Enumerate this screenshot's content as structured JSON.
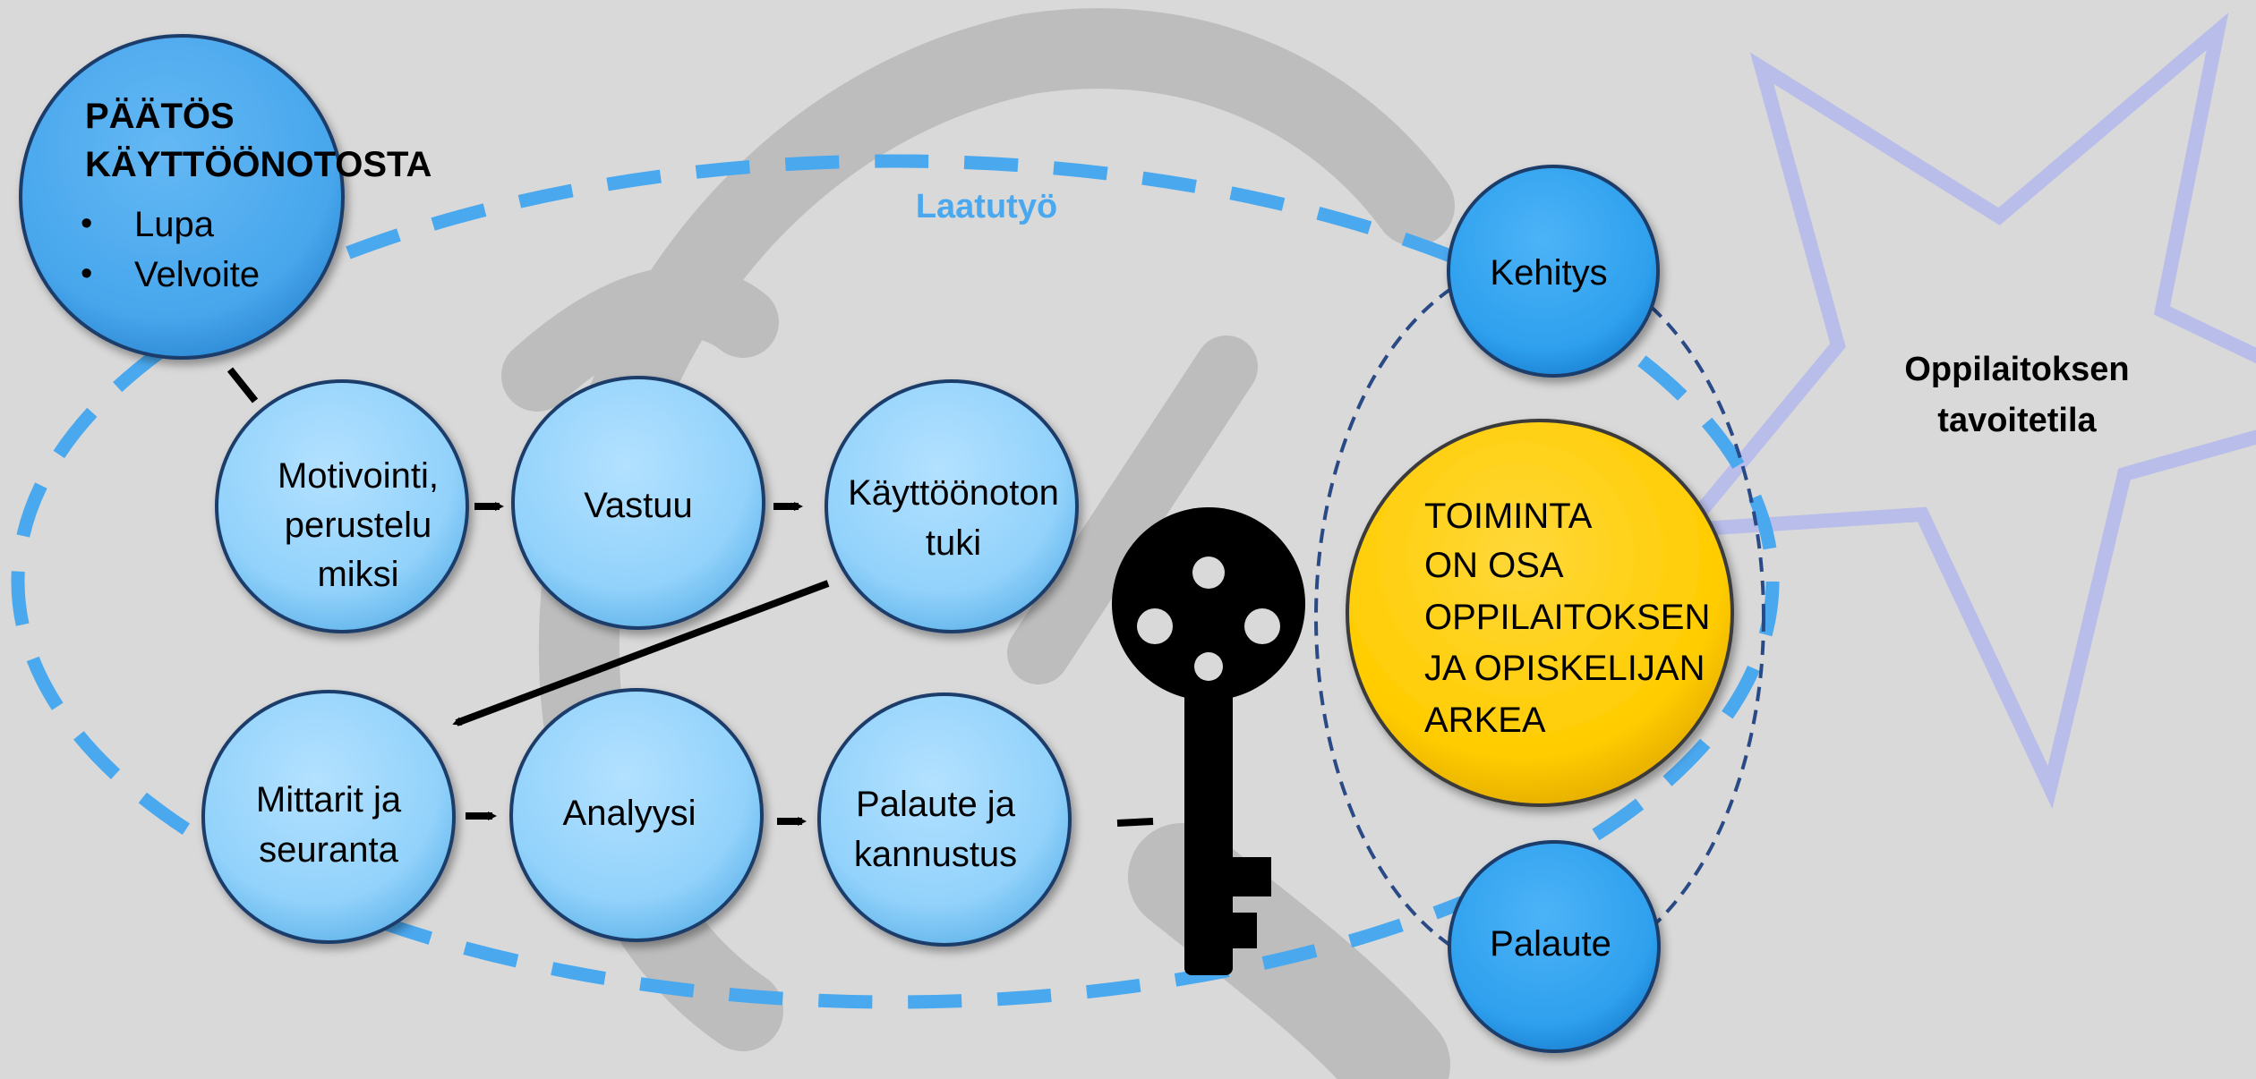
{
  "colors": {
    "background": "#d9d9d9",
    "watermark": "#b8b8b8",
    "dashed_loop": "#4aa8ef",
    "star": "#b9bdea",
    "step_circle": "#92d2fb",
    "blue_circle": "#2ea0ee",
    "decision_circle": "#4aa8ef",
    "goal_circle": "#ffcc00",
    "inner_dash": "#2a4a86",
    "text": "#111111"
  },
  "decision": {
    "title_line1": "PÄÄTÖS",
    "title_line2": "KÄYTTÖÖNOTOSTA",
    "bullets": [
      "Lupa",
      "Velvoite"
    ]
  },
  "loop_label": "Laatutyö",
  "process_steps": [
    {
      "lines": [
        "Motivointi,",
        "perustelu",
        "miksi"
      ]
    },
    {
      "lines": [
        "Vastuu"
      ]
    },
    {
      "lines": [
        "Käyttöönoton",
        "tuki"
      ]
    },
    {
      "lines": [
        "Mittarit ja",
        "seuranta"
      ]
    },
    {
      "lines": [
        "Analyysi"
      ]
    },
    {
      "lines": [
        "Palaute ja",
        "kannustus"
      ]
    }
  ],
  "cycle": {
    "top": "Kehitys",
    "bottom": "Palaute",
    "center_lines": [
      "TOIMINTA",
      "ON OSA",
      "OPPILAITOKSEN",
      "JA OPISKELIJAN",
      "ARKEA"
    ]
  },
  "goal": {
    "lines": [
      "Oppilaitoksen",
      "tavoitetila"
    ]
  },
  "icons": {
    "key": "key-icon",
    "watermark": "watermark-logo",
    "star": "star-shape"
  }
}
